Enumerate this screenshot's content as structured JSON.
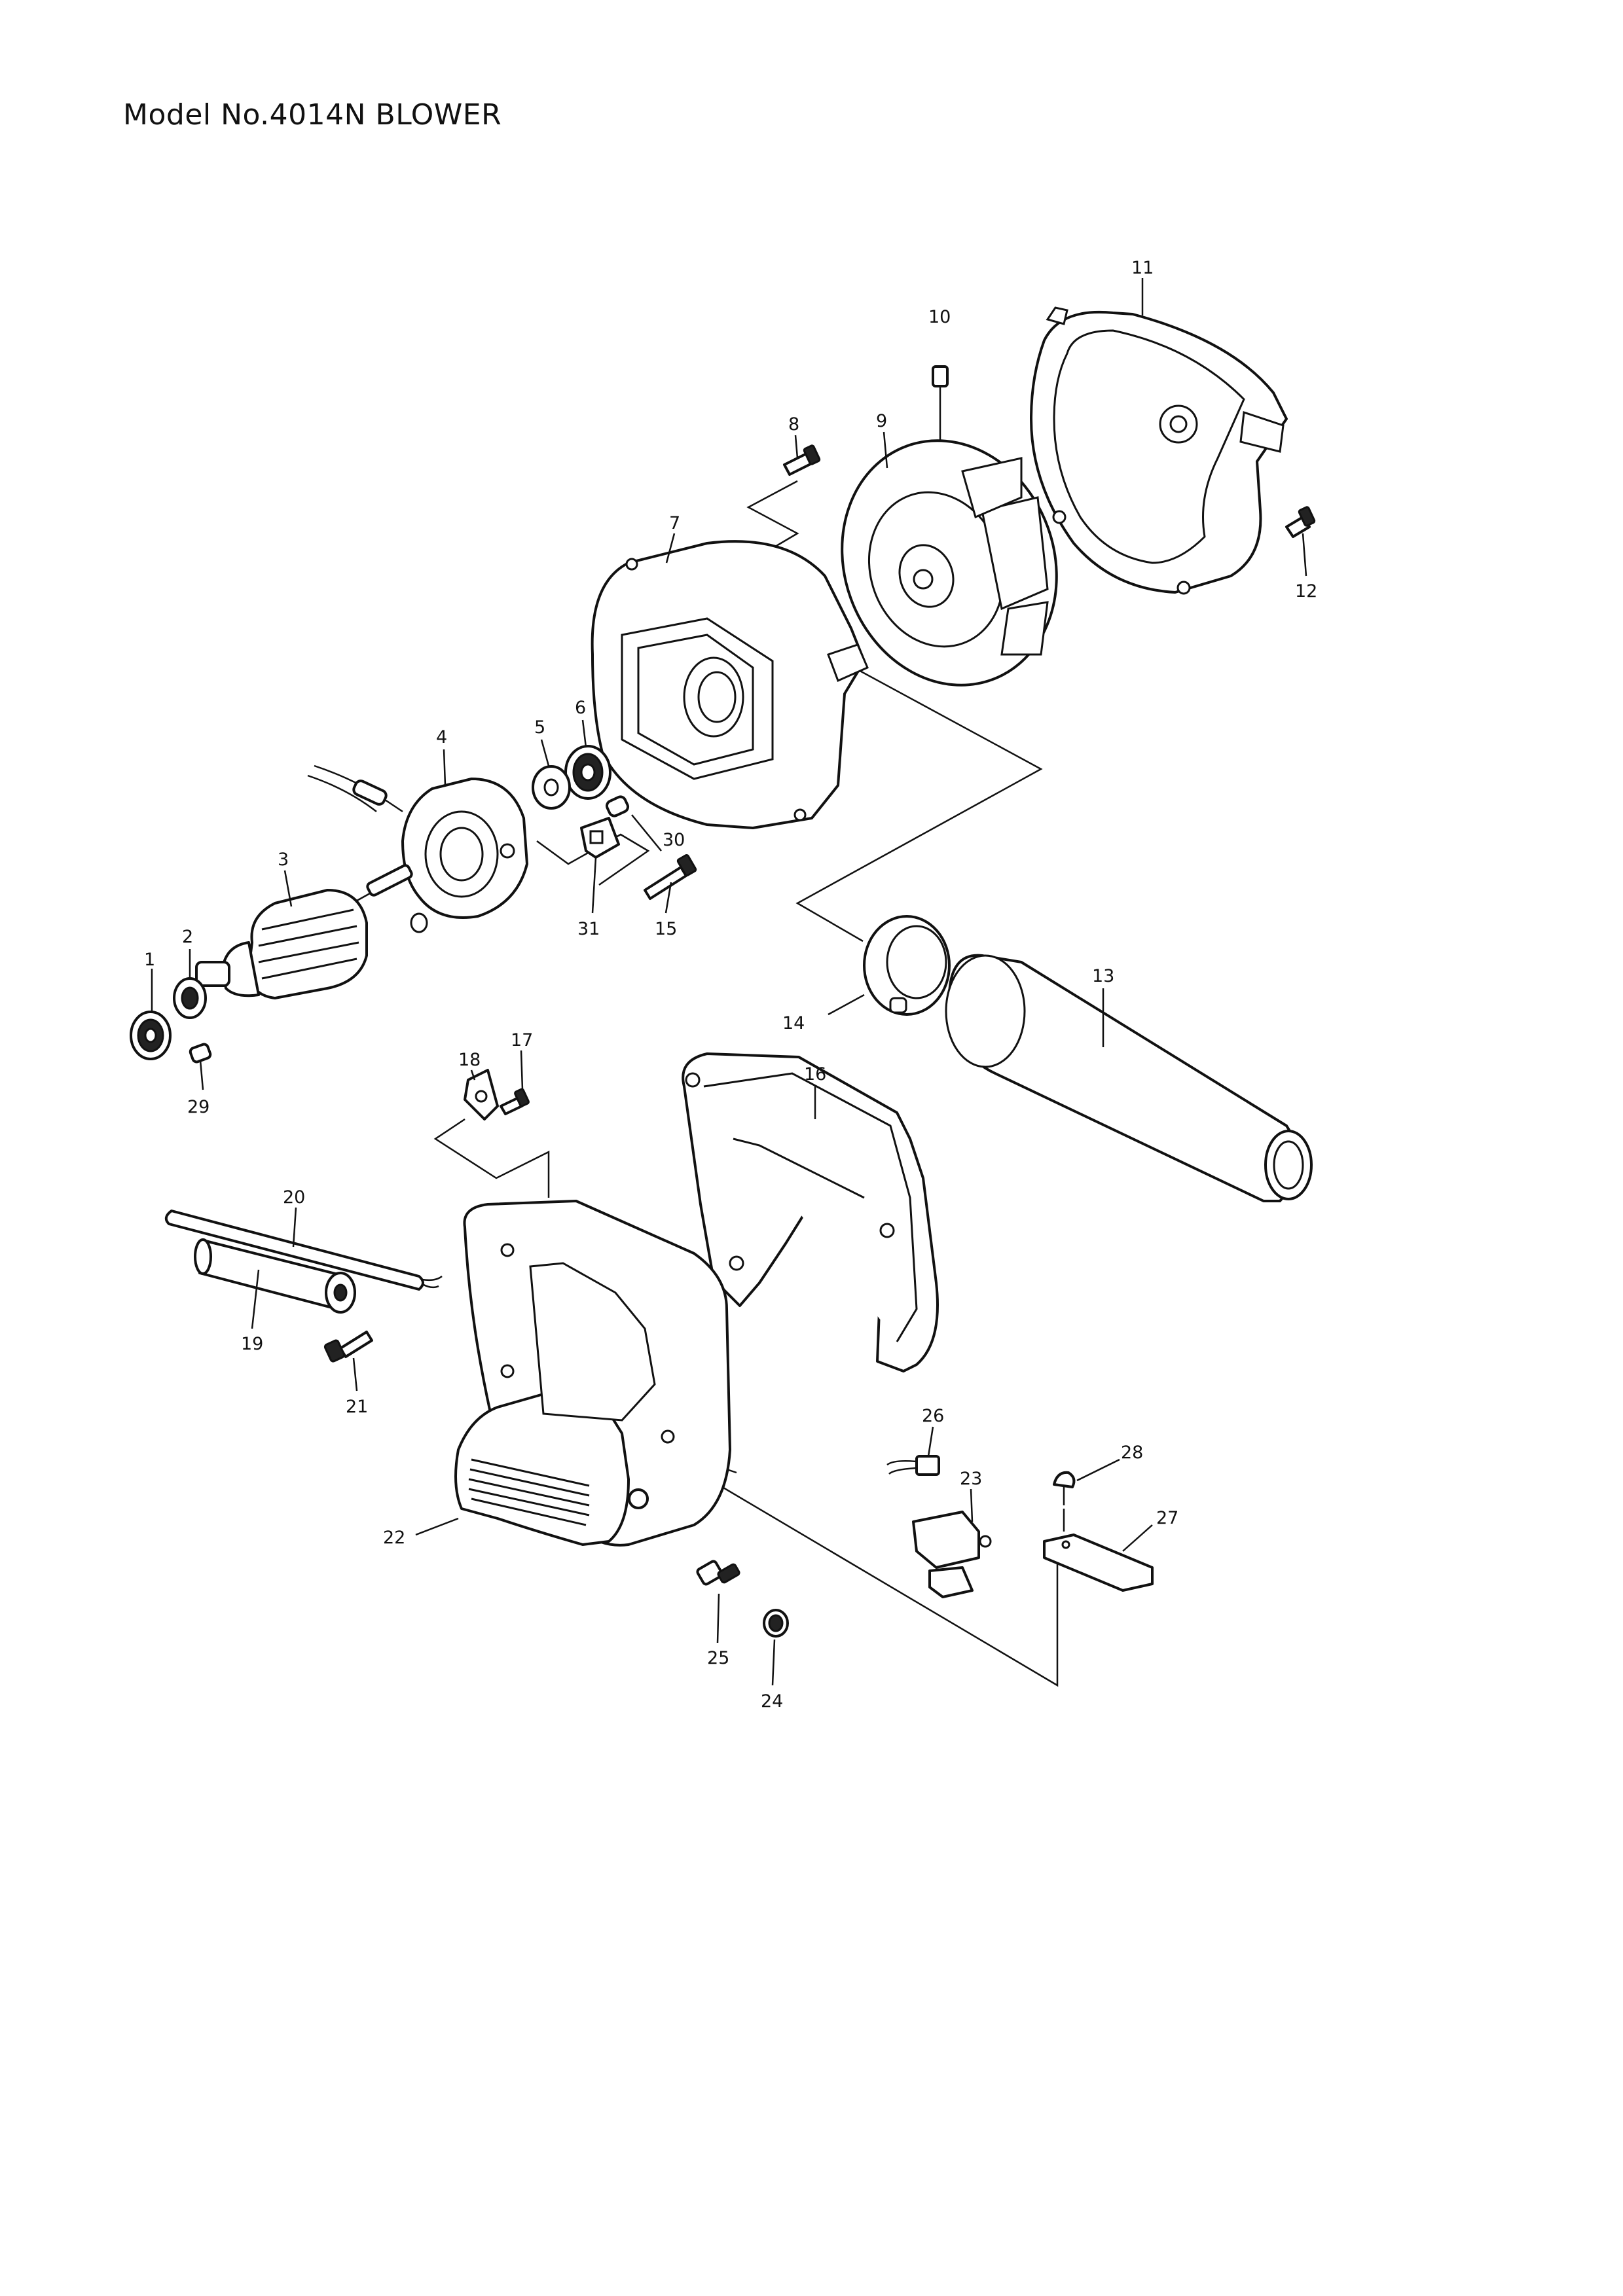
{
  "title": "Model No.4014N BLOWER",
  "parts": [
    {
      "id": "p1",
      "number": "1"
    },
    {
      "id": "p2",
      "number": "2"
    },
    {
      "id": "p3",
      "number": "3"
    },
    {
      "id": "p4",
      "number": "4"
    },
    {
      "id": "p5",
      "number": "5"
    },
    {
      "id": "p6",
      "number": "6"
    },
    {
      "id": "p7",
      "number": "7"
    },
    {
      "id": "p8",
      "number": "8"
    },
    {
      "id": "p9",
      "number": "9"
    },
    {
      "id": "p10",
      "number": "10"
    },
    {
      "id": "p11",
      "number": "11"
    },
    {
      "id": "p12",
      "number": "12"
    },
    {
      "id": "p13",
      "number": "13"
    },
    {
      "id": "p14",
      "number": "14"
    },
    {
      "id": "p15",
      "number": "15"
    },
    {
      "id": "p16",
      "number": "16"
    },
    {
      "id": "p17",
      "number": "17"
    },
    {
      "id": "p18",
      "number": "18"
    },
    {
      "id": "p19",
      "number": "19"
    },
    {
      "id": "p20",
      "number": "20"
    },
    {
      "id": "p21",
      "number": "21"
    },
    {
      "id": "p22",
      "number": "22"
    },
    {
      "id": "p23",
      "number": "23"
    },
    {
      "id": "p24",
      "number": "24"
    },
    {
      "id": "p25",
      "number": "25"
    },
    {
      "id": "p26",
      "number": "26"
    },
    {
      "id": "p27",
      "number": "27"
    },
    {
      "id": "p28",
      "number": "28"
    },
    {
      "id": "p29",
      "number": "29"
    },
    {
      "id": "p30",
      "number": "30"
    },
    {
      "id": "p31",
      "number": "31"
    }
  ]
}
